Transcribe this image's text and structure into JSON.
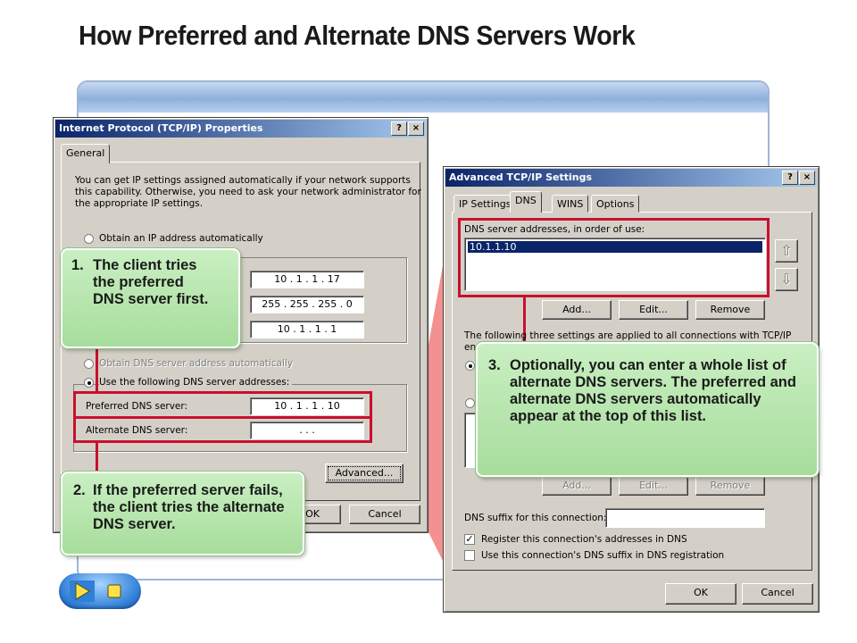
{
  "slide": {
    "title": "How Preferred and Alternate DNS Servers Work"
  },
  "tcpip_dialog": {
    "title": "Internet Protocol (TCP/IP) Properties",
    "help_btn": "?",
    "close_btn": "×",
    "tab_general": "General",
    "intro_lines": [
      "You can get IP settings assigned automatically if your network supports",
      "this capability. Otherwise, you need to ask your network administrator for",
      "the appropriate IP settings."
    ],
    "radio_obtain_ip": "Obtain an IP address automatically",
    "ip_address": "10  .  1  .  1  .  17",
    "subnet_mask": "255 . 255 . 255 .  0",
    "default_gateway": "10  .  1  .  1  .  1",
    "radio_obtain_dns": "Obtain DNS server address automatically",
    "radio_use_dns": "Use the following DNS server addresses:",
    "preferred_label": "Preferred DNS server:",
    "preferred_value": "10  .  1  .  1  .  10",
    "alternate_label": "Alternate DNS server:",
    "alternate_value": ".     .     .",
    "advanced_btn": "Advanced...",
    "ok_btn": "OK",
    "cancel_btn": "Cancel"
  },
  "advanced_dialog": {
    "title": "Advanced TCP/IP Settings",
    "help_btn": "?",
    "close_btn": "×",
    "tabs": [
      "IP Settings",
      "DNS",
      "WINS",
      "Options"
    ],
    "dns_list_label": "DNS server addresses, in order of use:",
    "dns_list_items": [
      "10.1.1.10"
    ],
    "up_arrow": "⇧",
    "down_arrow": "⇩",
    "add_btn": "Add...",
    "edit_btn": "Edit...",
    "remove_btn": "Remove",
    "following_text_1": "The following three settings are applied to all connections with TCP/IP",
    "following_text_2": "en",
    "add_btn2": "Add...",
    "edit_btn2": "Edit...",
    "remove_btn2": "Remove",
    "dns_suffix_label": "DNS suffix for this connection:",
    "dns_suffix_value": "",
    "register_label": "Register this connection's addresses in DNS",
    "use_suffix_label": "Use this connection's DNS suffix in DNS registration",
    "ok_btn": "OK",
    "cancel_btn": "Cancel"
  },
  "callouts": {
    "c1_num": "1.",
    "c1_text": "The client tries the preferred DNS server first.",
    "c2_num": "2.",
    "c2_text": "If the preferred server fails, the client tries the alternate DNS server.",
    "c3_num": "3.",
    "c3_text": "Optionally, you can enter a whole list of alternate DNS servers. The preferred and alternate DNS servers automatically appear at the top of this list."
  },
  "colors": {
    "highlight": "#c8102e",
    "callout": "#b5e4ab",
    "window_face": "#d4d0c8",
    "titlebar": "#0a246a"
  }
}
